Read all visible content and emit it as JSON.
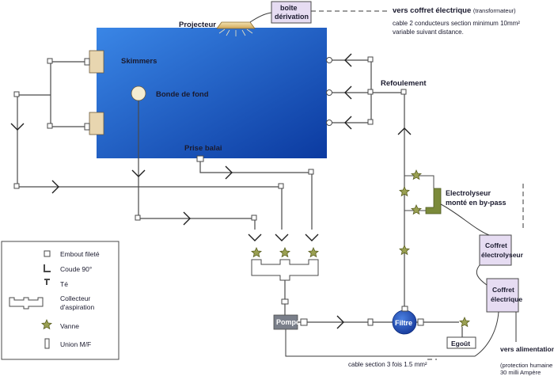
{
  "labels": {
    "projecteur": "Projecteur",
    "boite_line1": "boîte",
    "boite_line2": "dérivation",
    "vers_coffret_main": "vers coffret électrique",
    "vers_coffret_paren": "(transformateur)",
    "cable_note_line1": "cable 2 conducteurs section minimum 10mm²",
    "cable_note_line2": "variable suivant distance.",
    "skimmers": "Skimmers",
    "bonde": "Bonde de fond",
    "prise_balai": "Prise balai",
    "refoulement": "Refoulement",
    "electrolyseur_line1": "Electrolyseur",
    "electrolyseur_line2": "monté en by-pass",
    "coffret_electrolyseur_line1": "Coffret",
    "coffret_electrolyseur_line2": "électrolyseur",
    "coffret_electrique_line1": "Coffret",
    "coffret_electrique_line2": "électrique",
    "pompe": "Pompe",
    "filtre": "Filtre",
    "egout": "Egoût",
    "cable_section": "cable section 3 fois 1.5 mm²",
    "vers_alimentation": "vers alimentation",
    "protection_line1": "(protection humaine",
    "protection_line2": "30 milli Ampère"
  },
  "legend": {
    "items": [
      {
        "label": "Embout fileté",
        "icon": "threaded-end-icon"
      },
      {
        "label": "Coude 90°",
        "icon": "elbow-90-icon"
      },
      {
        "label": "Té",
        "icon": "tee-icon"
      },
      {
        "label": "Collecteur d'aspiration",
        "line1": "Collecteur",
        "line2": "d'aspiration",
        "icon": "suction-manifold-icon"
      },
      {
        "label": "Vanne",
        "icon": "valve-star-icon"
      },
      {
        "label": "Union M/F",
        "icon": "union-mf-icon"
      }
    ]
  },
  "colors": {
    "pool_top": "#2a74d8",
    "pool_bottom": "#0d3fa6",
    "valve": "#9aa052",
    "electrolyser": "#7b8a3a",
    "pump": "#7a7f8a",
    "filter": "#1f4fb8",
    "box_fill": "#e6dcf2"
  }
}
